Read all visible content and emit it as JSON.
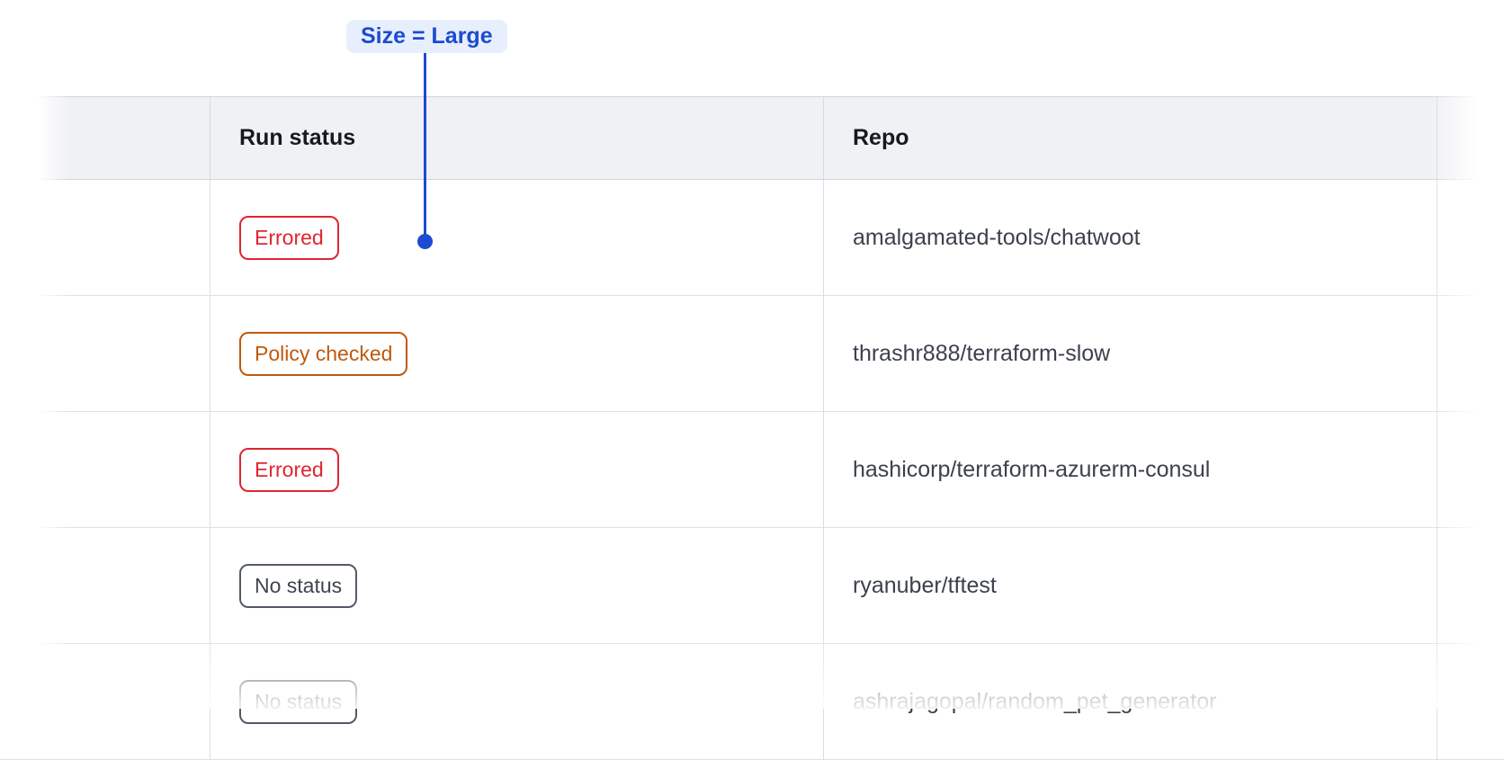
{
  "annotation": {
    "label": "Size = Large",
    "text_color": "#1b4bd2",
    "background_color": "#e8effc"
  },
  "table": {
    "headers": {
      "run_status": "Run status",
      "repo": "Repo"
    },
    "rows": [
      {
        "status": "Errored",
        "status_type": "errored",
        "repo": "amalgamated-tools/chatwoot"
      },
      {
        "status": "Policy checked",
        "status_type": "policy-checked",
        "repo": "thrashr888/terraform-slow"
      },
      {
        "status": "Errored",
        "status_type": "errored",
        "repo": "hashicorp/terraform-azurerm-consul"
      },
      {
        "status": "No status",
        "status_type": "no-status",
        "repo": "ryanuber/tftest"
      },
      {
        "status": "No status",
        "status_type": "no-status",
        "repo": "ashrajagopal/random_pet_generator"
      }
    ]
  },
  "colors": {
    "errored": "#e02531",
    "policy_checked": "#bf5a0e",
    "no_status": "#3d4450",
    "accent_blue": "#1b4bd2",
    "header_background": "#f0f1f4",
    "row_border": "#dee0e4"
  }
}
